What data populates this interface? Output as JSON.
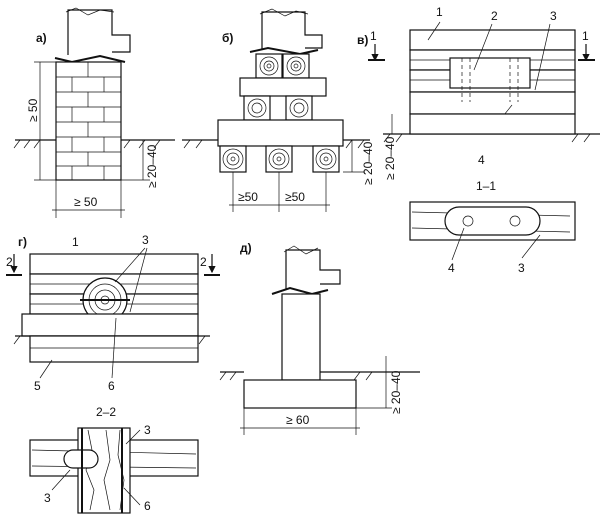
{
  "panels": {
    "a": {
      "letter": "а)",
      "dim_h": "≥ 50",
      "dim_v": "≥ 50",
      "dim_depth": "≥ 20–40"
    },
    "b": {
      "letter": "б)",
      "dim_w1": "≥50",
      "dim_w2": "≥50",
      "dim_depth": "≥ 20–40"
    },
    "v": {
      "letter": "в)",
      "callout_1": "1",
      "callout_2": "2",
      "callout_3": "3",
      "section_mark": "1",
      "below_num": "4",
      "section_title": "1–1",
      "sec_callout_4": "4",
      "sec_callout_3": "3"
    },
    "g": {
      "letter": "г)",
      "callout_1": "1",
      "callout_3": "3",
      "section_mark": "2",
      "callout_5": "5",
      "callout_6": "6",
      "section_title": "2–2",
      "sec_callout_3a": "3",
      "sec_callout_3b": "3",
      "sec_callout_6": "6"
    },
    "d": {
      "letter": "д)",
      "dim_w": "≥ 60",
      "dim_depth": "≥ 20–40"
    }
  }
}
